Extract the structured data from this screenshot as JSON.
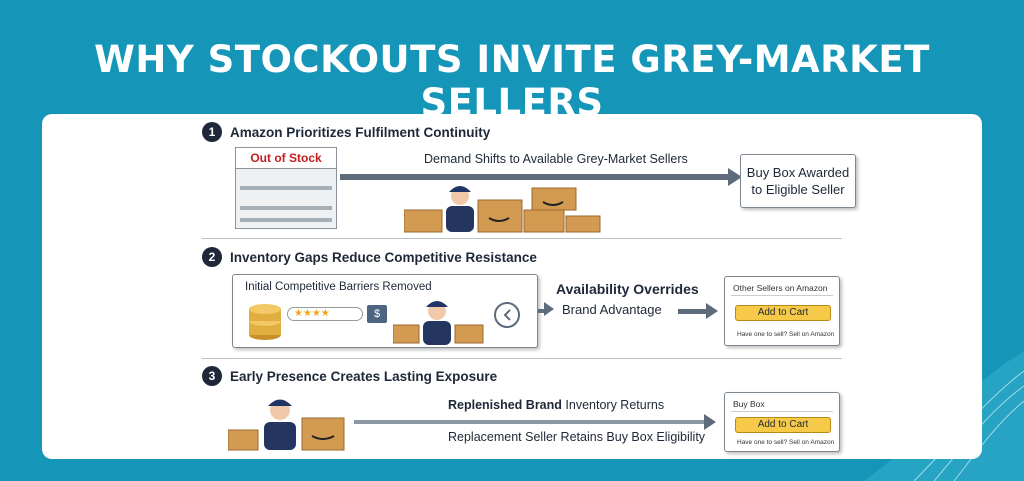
{
  "title": "WHY STOCKOUTS INVITE GREY-MARKET SELLERS",
  "sections": [
    {
      "number": "1",
      "heading": "Amazon Prioritizes Fulfilment Continuity",
      "shelf_label": "Out of Stock",
      "arrow_label": "Demand Shifts to Available Grey-Market Sellers",
      "box_text": [
        "Buy Box Awarded",
        "to Eligible Seller"
      ]
    },
    {
      "number": "2",
      "heading": "Inventory Gaps Reduce Competitive Resistance",
      "panel_label": "Initial Competitive Barriers Removed",
      "price_tag": "$",
      "stars": "★★★★",
      "text_bold": "Availability Overrides",
      "text_normal": "Brand Advantage",
      "box_header": "Other Sellers on Amazon",
      "cart_label": "Add to Cart",
      "box_footer": "Have one to sell? Sell on Amazon"
    },
    {
      "number": "3",
      "heading": "Early Presence Creates Lasting Exposure",
      "line1_bold": "Replenished Brand",
      "line1_normal": "Inventory Returns",
      "line2": "Replacement Seller Retains Buy Box Eligibility",
      "box_header": "Buy Box",
      "cart_label": "Add to Cart",
      "box_footer": "Have one to sell? Sell on Amazon"
    }
  ],
  "colors": {
    "background": "#1596b9",
    "panel": "#ffffff",
    "text_dark": "#1e2838",
    "arrow": "#5d6b7a",
    "cart_button": "#f7c948",
    "out_of_stock": "#c41e1e",
    "box_brown": "#d39b52"
  }
}
